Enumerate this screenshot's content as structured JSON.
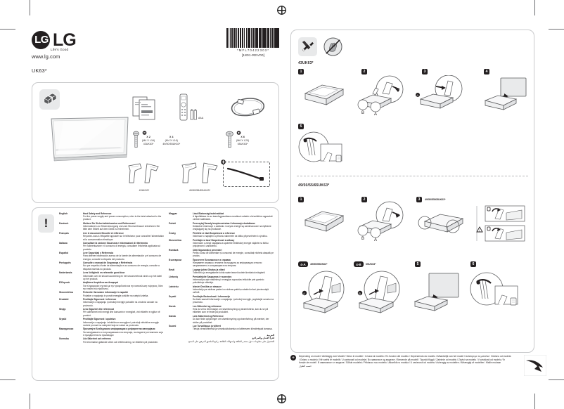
{
  "document": {
    "type": "quick-setup-guide",
    "brand": "LG",
    "slogan": "Life's Good",
    "website": "www.lg.com",
    "model_series": "UK63*",
    "barcode_digits": "*MFL70422303*",
    "barcode_revision": "[1801-REV00]"
  },
  "accessories": {
    "icon": "box-icon",
    "items": [
      {
        "name": "television",
        "icon": "tv-icon",
        "label": ""
      },
      {
        "name": "manuals",
        "icon": "manual-icon",
        "label": ""
      },
      {
        "name": "remote-control",
        "icon": "remote-icon",
        "label": "AAA"
      },
      {
        "name": "power-cord",
        "icon": "power-cord-icon",
        "label": ""
      },
      {
        "name": "screws-small-43",
        "icon": "screw-icon",
        "qty": "X 2",
        "spec": "(M4 X L16)",
        "model": "43UK63*"
      },
      {
        "name": "screws-small-495055",
        "icon": "screw-icon",
        "qty": "X 4",
        "spec": "(M4 X L16)",
        "model": "49/50/55UK63*"
      },
      {
        "name": "screws-large-65",
        "icon": "screw-bolt-icon",
        "qty": "X 6",
        "spec": "(M6 X L20)",
        "model": "65UK63*"
      },
      {
        "name": "stand-legs-43",
        "icon": "stand-leg-icon",
        "model": "43UK63*"
      },
      {
        "name": "stand-legs-495055-65",
        "icon": "stand-leg-icon",
        "model": "49/50/55/65UK63*"
      },
      {
        "name": "cable-tie",
        "icon": "cable-tie-icon",
        "model": ""
      }
    ]
  },
  "safety_notice": {
    "icon": "exclamation-icon",
    "languages_left": [
      {
        "name": "English",
        "title": "Host Safety and Reference",
        "body": "For the power supply and power consumption, refer to the label attached to the product."
      },
      {
        "name": "Deutsch",
        "title": "Weitere Sie Sicherheitshinweise und Referenzen!",
        "body": "Informationen zur Stromversorgung und zum Stromverbrauch entnehmen Sie bitte dem Etikett auf dem Gerät zu entnehmen."
      },
      {
        "name": "Français",
        "title": "Lire le document Sécurité et référence",
        "body": "Reportez-vous à l'étiquette apposée sur le téléviseur pour connaître l'alimentation et la consommation électrique."
      },
      {
        "name": "Italiano",
        "title": "Consultare la sezione Sicurezza e informazioni di riferimento",
        "body": "Per l'alimentazione e il consumo di energia, consultare l'etichetta applicata sul prodotto."
      },
      {
        "name": "Español",
        "title": "Leer Seguridad y Referencia",
        "body": "Para obtener información acerca de la fuente de alimentación y el consumo de energía, consulte la etiqueta del producto."
      },
      {
        "name": "Português",
        "title": "Consulte o manual de Segurança e Referência",
        "body": "No que respeita à fonte de alimentação e ao consumo de energia, consulte a etiqueta inserida no produto."
      },
      {
        "name": "Nederlands",
        "title": "Lees Veiligheid en referentie goed door",
        "body": "Informatie over de stroomvoorziening en het stroomverbruik vindt u op het label op het product."
      },
      {
        "name": "Ελληνικά",
        "title": "Διαβάστε Ασφάλεια και Αναφορά",
        "body": "Για πληροφορίες σχετικά με την τροφοδοσία και την κατανάλωση ενέργειας, δείτε την ετικέτα του προϊόντος."
      },
      {
        "name": "Slovenščina",
        "title": "Preberite Varnostne informacije in napotki",
        "body": "Podatke o napajanju in porabi energije poiščite na nalepki izdelka."
      },
      {
        "name": "Hrvatski",
        "title": "Pročitajte Sigurnost i reference",
        "body": "Informacije o napajanju i potrošnji energije potražite na omotnici oznake na proizvodu."
      },
      {
        "name": "Shqip",
        "title": "Lexo Sigurinë dhe referencat",
        "body": "Për udhëzimet mbi energji dhe konsumin e energjisë, vini etiketën e ngjitur në produkt."
      },
      {
        "name": "Srpski",
        "title": "Pročitajte Sigurnost i uputstvo",
        "body": "Informacije o napajanju i električnom energijom i potrošnji električne energije možete pronaći na nalepnici koja se nalazi na proizvodu."
      },
      {
        "name": "Македонски",
        "title": "Прочитајте Безбедносни информации и референтни материјали",
        "body": "За напојувањето и потрошувачката на енергија, погледнете ја етикетата која е прицврстена на производот."
      },
      {
        "name": "Svenska",
        "title": "Läs Säkerhet och referens",
        "body": "För information gällande ström och elförbrukning, se etiketten på produkten."
      }
    ],
    "languages_right": [
      {
        "name": "Magyar",
        "title": "Lásd Biztonsági tudnivalókat",
        "body": "A tápellátásra és az áramfogyasztásra vonatkozó adatok a készülékre ragasztott címkén találhatók."
      },
      {
        "name": "Polski",
        "title": "Przeczytaj Zasady bezpieczeństwa i informacje dodatkowe",
        "body": "Dokładne informacje o zasilaniu i zużyciu energii są zamieszczone na etykiecie znajdującej się na produkcie."
      },
      {
        "name": "Česky",
        "title": "Přečtěte si část Bezpečnost a reference",
        "body": "Informace o napájení a příkonu naleznete na štítku připevněném k výrobku."
      },
      {
        "name": "Slovenčina",
        "title": "Prečítajte si časť Bezpečnosť a odkazy",
        "body": "Informácie o zdroji napájania a spotrebe elektrickej energie nájdete na štítku pripojenom k zariadeniu."
      },
      {
        "name": "Română",
        "title": "Citiți Siguranță și prevederi",
        "body": "Pentru sursa de alimentare și consumul de energie, consultați eticheta atașată pe produs."
      },
      {
        "name": "Български",
        "title": "Прочетете Безопасност и справка",
        "body": "Направете справка с етикета на продукта за информация относно захранването и консумацията на енергия."
      },
      {
        "name": "Eesti",
        "title": "Lugege juhist Ohutus ja viited",
        "body": "Toitevõrku ja energiatarbe kohta saate teavet tootele kinnitatud märgiselt."
      },
      {
        "name": "Lietuvių",
        "title": "Perskaitykite Saugumas ir nuorodos",
        "body": "Informacijos apie maitinimą ir energijos sąnaudas ieškokite prie gaminio pritvirtintoje etiketėje."
      },
      {
        "name": "Latviešu",
        "title": "Izlasiet Drošība un atsauce",
        "body": "Informāciju par strāvas padevi un strāvas patēriņu skatiet ierīcei pievienotajā uzlīmē."
      },
      {
        "name": "Srpski",
        "title": "Pročitajte Bezbednost i informacije",
        "body": "Da biste saznali informacije o napajanju i potrošnji energije, pogledajte oznaku na proizvodu."
      },
      {
        "name": "Norsk",
        "title": "Les Sikkerhet og referanse",
        "body": "Hvis du vil ha informasjon om strømforsyning og strømforbruk, kan du se på etiketten som er festet på produktet."
      },
      {
        "name": "Dansk",
        "title": "Læs Sikkerhed og Reference",
        "body": "Du kan finde oplysninger om strømforsyning og strømforbrug på mærket, der sidder på produktet."
      },
      {
        "name": "Suomi",
        "title": "Lue Turvallisuus ja viitteet",
        "body": "Tietoja virranlähteestä ja virrankulutuksesta on laitteeseen kiinnitetyssä tarrassa."
      }
    ],
    "arabic_name": "العربية",
    "arabic_title": "اقرأ الأمان والمراجع",
    "arabic_body": "للحصول على معلومات حول مصدر الطاقة واستهلاك الطاقة، راجع الملصق المرفق على المنتج."
  },
  "assembly": {
    "tool_icon": "tools-icon",
    "warning_icon": "no-bare-hands-icon",
    "section_a": {
      "title": "43UK63*",
      "steps": [
        {
          "num": "1",
          "label": ""
        },
        {
          "num": "2",
          "label": ""
        },
        {
          "num": "3",
          "label": ""
        },
        {
          "num": "4",
          "label": ""
        },
        {
          "num": "5",
          "label": ""
        }
      ],
      "callouts": [
        "A",
        "B"
      ]
    },
    "section_b": {
      "title": "49/50/55/65UK63*",
      "steps": [
        {
          "num": "1",
          "label": ""
        },
        {
          "num": "2",
          "label": ""
        },
        {
          "num": "3",
          "label": "49/50/55/65UK63*"
        },
        {
          "num": "4-A",
          "label": "49/50/55UK63*"
        },
        {
          "num": "4-B",
          "label": "65UK63*"
        },
        {
          "num": "5",
          "label": ""
        },
        {
          "num": "6",
          "label": ""
        }
      ],
      "callouts": [
        "A",
        "B"
      ]
    }
  },
  "footnote": {
    "marker": "+",
    "text": "Depending on model / Abhängig vom Modell / Selon le modèle / In base al modello / En función del modelo / Dependendo do modelo / Afhankelijk van het model / Ανάλογα με το μοντέλο / Odvisno od modela / Ovisno o modelu / Në varësi të modelit / U zavisnosti od modela / Во зависност од моделот / Beroende på modell / Típustól függő / Zależnie od modelu / Závisí na modelu / V závislosti od modelu / În funcție de model / В зависимост от модела / Sõltub mudelist / Priklauso nuo modelio / Atkarībā no modeļa / U zavisnosti od modela / Avhengig av modellen / Afhængigt af modellen / Mallin mukaan",
    "arabic": "حسب الطراز"
  }
}
